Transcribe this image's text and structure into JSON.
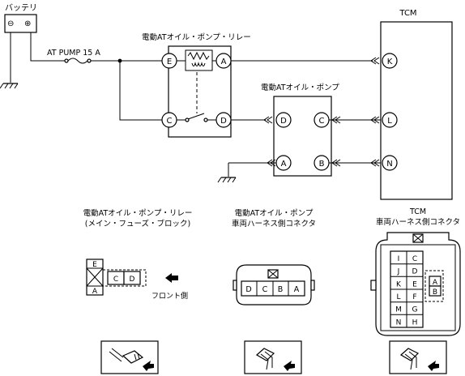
{
  "battery": {
    "label": "バッテリ",
    "minus": "⊖",
    "plus": "⊕"
  },
  "fuse": {
    "label": "AT PUMP 15 A"
  },
  "relay": {
    "label": "電動ATオイル・ポンプ・リレー",
    "pins": {
      "e": "E",
      "a": "A",
      "c": "C",
      "d": "D"
    }
  },
  "pump": {
    "label": "電動ATオイル・ポンプ",
    "pins": {
      "d": "D",
      "c": "C",
      "a": "A",
      "b": "B"
    }
  },
  "tcm": {
    "label": "TCM",
    "pins": {
      "k": "K",
      "l": "L",
      "n": "N"
    }
  },
  "connectors": {
    "relay": {
      "title_line1": "電動ATオイル・ポンプ・リレー",
      "title_line2": "(メイン・フューズ・ブロック)",
      "top_pin": "E",
      "bottom_pin": "A",
      "side_pins": [
        "C",
        "D"
      ],
      "front_label": "フロント側"
    },
    "pump": {
      "title_line1": "電動ATオイル・ポンプ",
      "title_line2": "車両ハーネス側コネクタ",
      "pins": [
        "D",
        "C",
        "B",
        "A"
      ]
    },
    "tcm": {
      "title_line1": "TCM",
      "title_line2": "車両ハーネス側コネクタ",
      "left_col": [
        "I",
        "J",
        "K",
        "L",
        "M",
        "N"
      ],
      "right_col": [
        "C",
        "D",
        "E",
        "F",
        "G",
        "H"
      ],
      "inner": [
        "A",
        "B"
      ]
    }
  }
}
